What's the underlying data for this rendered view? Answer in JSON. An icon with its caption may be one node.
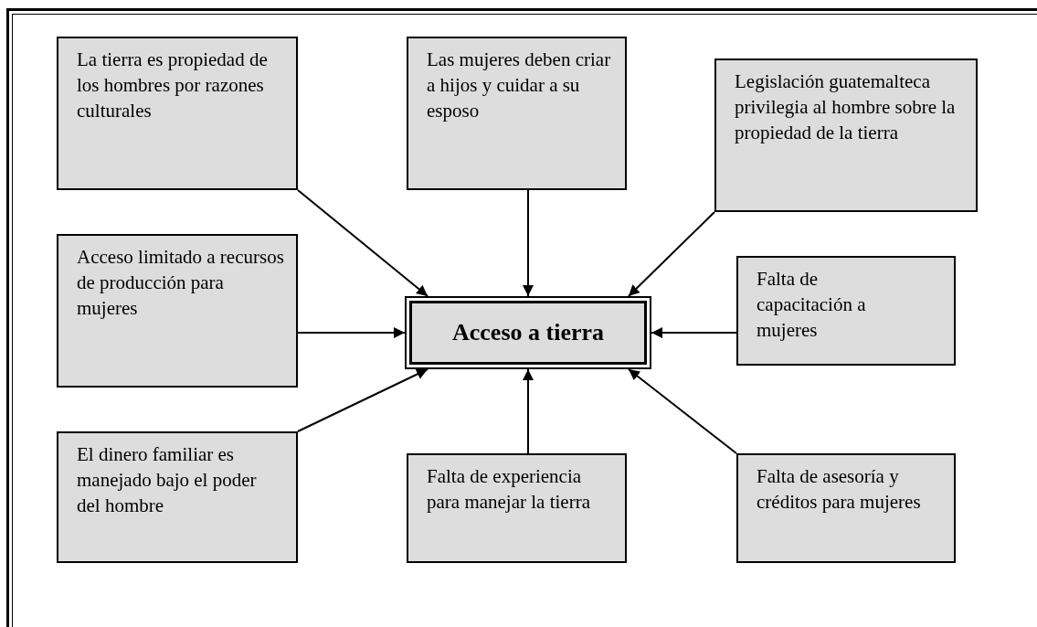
{
  "diagram": {
    "nodes": [
      {
        "text": [
          "Acceso a tierra"
        ]
      },
      {
        "text": [
          "La tierra es propiedad de los hombres por razones culturales"
        ]
      },
      {
        "text": [
          "Las mujeres deben criar a hijos y cuidar a su esposo"
        ]
      },
      {
        "text": [
          "Legislación guatemalteca privilegia al hombre sobre la propiedad de la tierra"
        ]
      },
      {
        "text": [
          "Acceso limitado a recursos de producción para mujeres"
        ]
      },
      {
        "text": [
          "Falta de capacitación a mujeres"
        ]
      },
      {
        "text": [
          "El dinero familiar es manejado bajo el poder del hombre"
        ]
      },
      {
        "text": [
          "Falta de experiencia para manejar la tierra"
        ]
      },
      {
        "text": [
          "Falta de asesoría y créditos para mujeres"
        ]
      }
    ],
    "edges": [
      {
        "from": 1,
        "to": 0,
        "arrow": "to"
      },
      {
        "from": 2,
        "to": 0,
        "arrow": "to"
      },
      {
        "from": 3,
        "to": 0,
        "arrow": "to"
      },
      {
        "from": 4,
        "to": 0,
        "arrow": "to"
      },
      {
        "from": 5,
        "to": 0,
        "arrow": "to"
      },
      {
        "from": 6,
        "to": 0,
        "arrow": "to"
      },
      {
        "from": 7,
        "to": 0,
        "arrow": "to"
      },
      {
        "from": 8,
        "to": 0,
        "arrow": "to"
      }
    ]
  }
}
